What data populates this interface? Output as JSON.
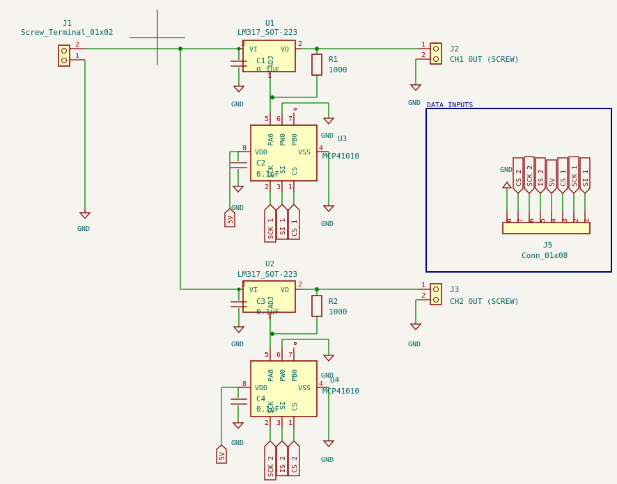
{
  "j1": {
    "ref": "J1",
    "value": "Screw_Terminal_01x02",
    "pins": [
      "2",
      "1"
    ]
  },
  "u1": {
    "ref": "U1",
    "value": "LM317_SOT-223",
    "vi": "VI",
    "vo": "VO",
    "adj": "ADJ",
    "pin_vi": "3",
    "pin_vo": "2",
    "pin_adj": "1"
  },
  "u2": {
    "ref": "U2",
    "value": "LM317_SOT-223",
    "vi": "VI",
    "vo": "VO",
    "adj": "ADJ",
    "pin_vi": "3",
    "pin_vo": "2",
    "pin_adj": "1"
  },
  "c1": {
    "ref": "C1",
    "value": "0.1uF"
  },
  "c2": {
    "ref": "C2",
    "value": "0.1uF"
  },
  "c3": {
    "ref": "C3",
    "value": "0.1uF"
  },
  "c4": {
    "ref": "C4",
    "value": "0.1uF"
  },
  "r1": {
    "ref": "R1",
    "value": "1000"
  },
  "r2": {
    "ref": "R2",
    "value": "1000"
  },
  "j2": {
    "ref": "J2",
    "value": "CH1 OUT (SCREW)",
    "pins": [
      "1",
      "2"
    ]
  },
  "j3": {
    "ref": "J3",
    "value": "CH2 OUT (SCREW)",
    "pins": [
      "1",
      "2"
    ]
  },
  "u3": {
    "ref": "U3",
    "value": "MCP41010",
    "pins": {
      "vdd": "VDD",
      "vss": "VSS",
      "pa0": "PA0",
      "pw0": "PW0",
      "pb0": "PB0",
      "sck": "SCK",
      "si": "SI",
      "cs": "CS"
    },
    "nums": {
      "vdd": "8",
      "vss": "4",
      "pa0": "5",
      "pw0": "6",
      "pb0": "7",
      "sck": "2",
      "si": "3",
      "cs": "1"
    }
  },
  "u4": {
    "ref": "U4",
    "value": "MCP41010",
    "pins": {
      "vdd": "VDD",
      "vss": "VSS",
      "pa0": "PA0",
      "pw0": "PW0",
      "pb0": "PB0",
      "sck": "SCK",
      "si": "SI",
      "cs": "CS"
    },
    "nums": {
      "vdd": "8",
      "vss": "4",
      "pa0": "5",
      "pw0": "6",
      "pb0": "7",
      "sck": "2",
      "si": "3",
      "cs": "1"
    }
  },
  "gnd": "GND",
  "labels": {
    "five_v": "5V",
    "sck1": "SCK 1",
    "si1": "SI 1",
    "cs1": "CS 1",
    "sck2": "SCK 2",
    "is2": "IS 2",
    "cs2": "CS 2"
  },
  "j5": {
    "ref": "J5",
    "value": "Conn_01x08",
    "box_title": "DATA INPUTS",
    "pins": [
      "8",
      "7",
      "6",
      "5",
      "4",
      "3",
      "2",
      "1"
    ],
    "nets": [
      "GND",
      "CS 2",
      "SCK 2",
      "IS 2",
      "5V",
      "CS 1",
      "SCK 1",
      "SI 1"
    ]
  },
  "colors": {
    "wire": "#008400",
    "symbol": "#840000",
    "fill": "#ffffc2",
    "text": "#006464",
    "box": "#000084"
  }
}
